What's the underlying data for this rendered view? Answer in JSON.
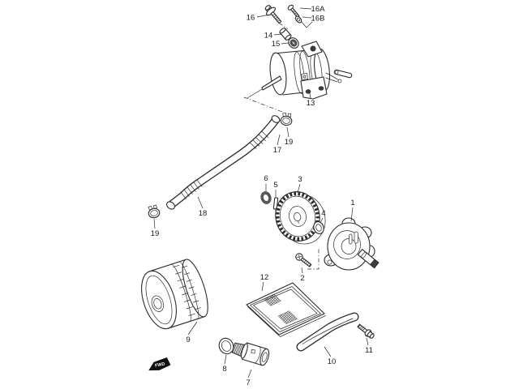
{
  "figure": {
    "background": "#ffffff",
    "line_color": "#2b2b2b",
    "fwd_marker": {
      "label": "FWD"
    },
    "callouts": [
      "16",
      "16A",
      "16B",
      "14",
      "15",
      "13",
      "19",
      "17",
      "18",
      "19",
      "6",
      "5",
      "3",
      "4",
      "1",
      "2",
      "12",
      "10",
      "11",
      "9",
      "8",
      "7"
    ]
  }
}
